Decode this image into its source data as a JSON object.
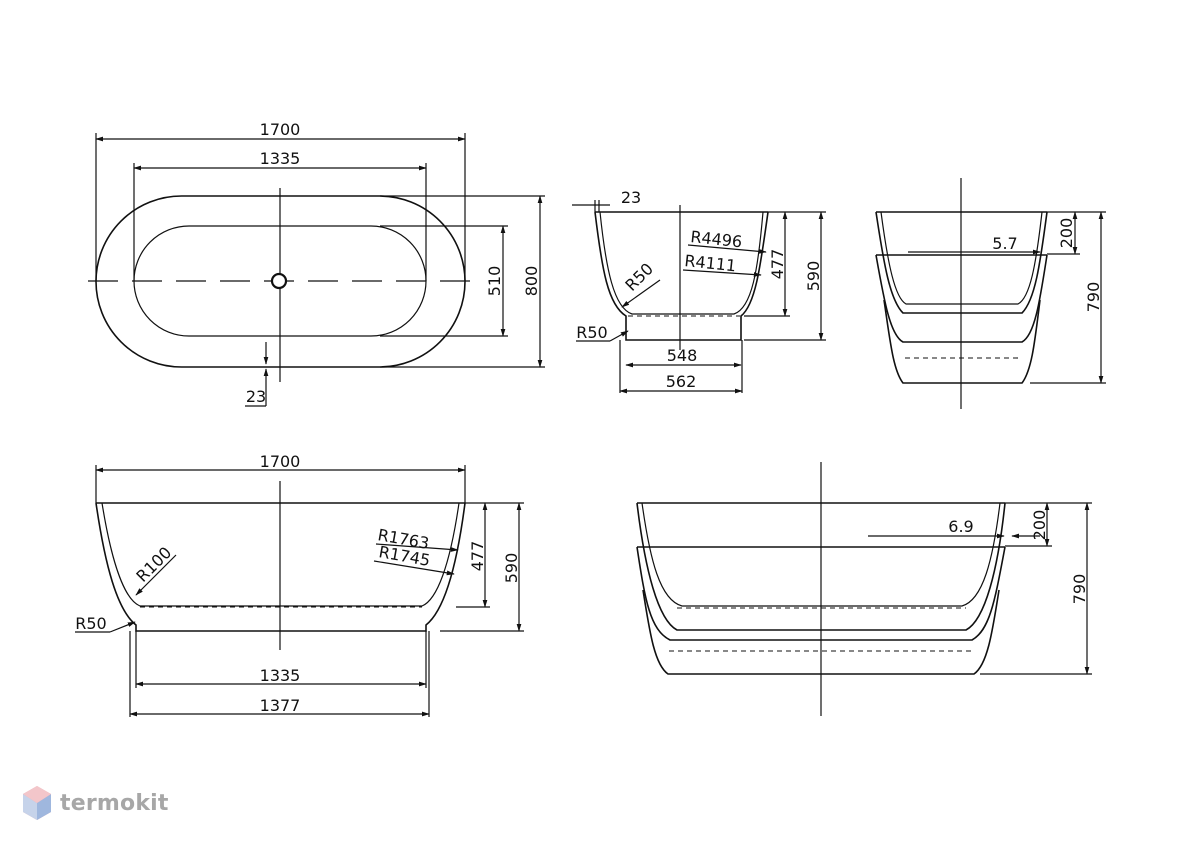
{
  "top_view": {
    "overall_length": "1700",
    "inner_length": "1335",
    "inner_width": "510",
    "overall_width": "800",
    "rim_thickness": "23"
  },
  "end_view": {
    "rim_thickness": "23",
    "outer_radius": "R4496",
    "inner_radius": "R4111",
    "corner_radius": "R50",
    "base_radius": "R50",
    "inner_depth": "477",
    "overall_height": "590",
    "inner_base_width": "548",
    "outer_base_width": "562"
  },
  "end_stack_view": {
    "offset": "5.7",
    "step_height": "200",
    "stack_height": "790"
  },
  "side_view": {
    "overall_length": "1700",
    "outer_radius": "R1763",
    "inner_radius": "R1745",
    "corner_radius": "R100",
    "base_radius": "R50",
    "inner_depth": "477",
    "overall_height": "590",
    "inner_base_length": "1335",
    "outer_base_length": "1377"
  },
  "side_stack_view": {
    "offset": "6.9",
    "step_height": "200",
    "stack_height": "790"
  },
  "brand": {
    "name": "termokit",
    "logo": "hexagon-logo-icon"
  }
}
